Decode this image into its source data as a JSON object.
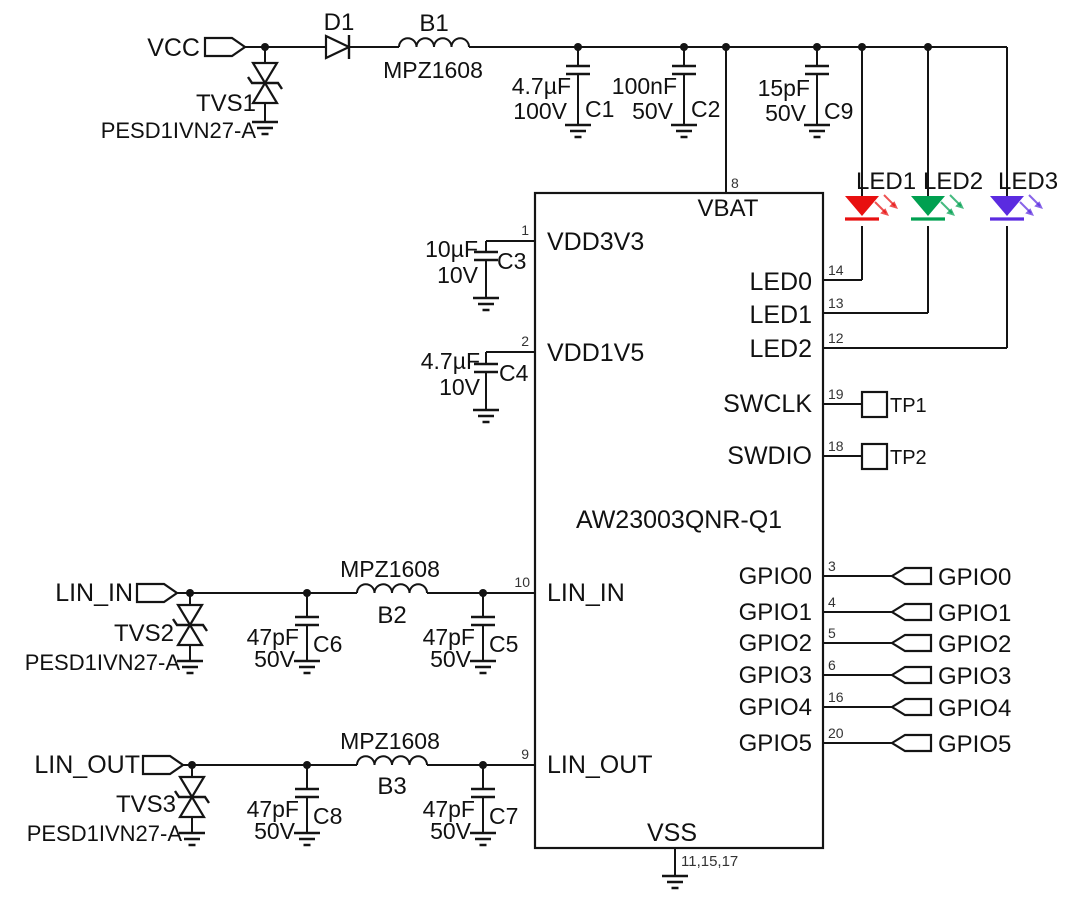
{
  "schematic": {
    "ic": {
      "name": "AW23003QNR-Q1",
      "pin_vbat": {
        "num": "8",
        "label": "VBAT"
      },
      "pin_vss": {
        "nums": "11,15,17",
        "label": "VSS"
      },
      "pin_vdd3v3": {
        "num": "1",
        "label": "VDD3V3"
      },
      "pin_vdd1v5": {
        "num": "2",
        "label": "VDD1V5"
      },
      "pin_lin_in": {
        "num": "10",
        "label": "LIN_IN"
      },
      "pin_lin_out": {
        "num": "9",
        "label": "LIN_OUT"
      },
      "pin_led0": {
        "num": "14",
        "label": "LED0"
      },
      "pin_led1": {
        "num": "13",
        "label": "LED1"
      },
      "pin_led2": {
        "num": "12",
        "label": "LED2"
      },
      "pin_swclk": {
        "num": "19",
        "label": "SWCLK"
      },
      "pin_swdio": {
        "num": "18",
        "label": "SWDIO"
      },
      "gpio_pins": [
        {
          "num": "3",
          "label": "GPIO0"
        },
        {
          "num": "4",
          "label": "GPIO1"
        },
        {
          "num": "5",
          "label": "GPIO2"
        },
        {
          "num": "6",
          "label": "GPIO3"
        },
        {
          "num": "16",
          "label": "GPIO4"
        },
        {
          "num": "20",
          "label": "GPIO5"
        }
      ]
    },
    "vcc_input": {
      "net": "VCC",
      "tvs": {
        "ref": "TVS1",
        "part": "PESD1IVN27-A"
      },
      "diode": {
        "ref": "D1"
      },
      "bead": {
        "ref": "B1",
        "part": "MPZ1608"
      },
      "c1": {
        "ref": "C1",
        "value": "4.7µF",
        "rating": "100V"
      },
      "c2": {
        "ref": "C2",
        "value": "100nF",
        "rating": "50V"
      },
      "c9": {
        "ref": "C9",
        "value": "15pF",
        "rating": "50V"
      }
    },
    "rails": {
      "c3": {
        "ref": "C3",
        "value": "10µF",
        "rating": "10V"
      },
      "c4": {
        "ref": "C4",
        "value": "4.7µF",
        "rating": "10V"
      }
    },
    "leds": [
      {
        "ref": "LED1",
        "color": "#e81010"
      },
      {
        "ref": "LED2",
        "color": "#00a050"
      },
      {
        "ref": "LED3",
        "color": "#5b2be0"
      }
    ],
    "testpoints": [
      {
        "ref": "TP1"
      },
      {
        "ref": "TP2"
      }
    ],
    "gpio_connectors": [
      "GPIO0",
      "GPIO1",
      "GPIO2",
      "GPIO3",
      "GPIO4",
      "GPIO5"
    ],
    "lin_in": {
      "net": "LIN_IN",
      "tvs": {
        "ref": "TVS2",
        "part": "PESD1IVN27-A"
      },
      "bead": {
        "ref": "B2",
        "part": "MPZ1608"
      },
      "c6": {
        "ref": "C6",
        "value": "47pF",
        "rating": "50V"
      },
      "c5": {
        "ref": "C5",
        "value": "47pF",
        "rating": "50V"
      }
    },
    "lin_out": {
      "net": "LIN_OUT",
      "tvs": {
        "ref": "TVS3",
        "part": "PESD1IVN27-A"
      },
      "bead": {
        "ref": "B3",
        "part": "MPZ1608"
      },
      "c8": {
        "ref": "C8",
        "value": "47pF",
        "rating": "50V"
      },
      "c7": {
        "ref": "C7",
        "value": "47pF",
        "rating": "50V"
      }
    }
  }
}
